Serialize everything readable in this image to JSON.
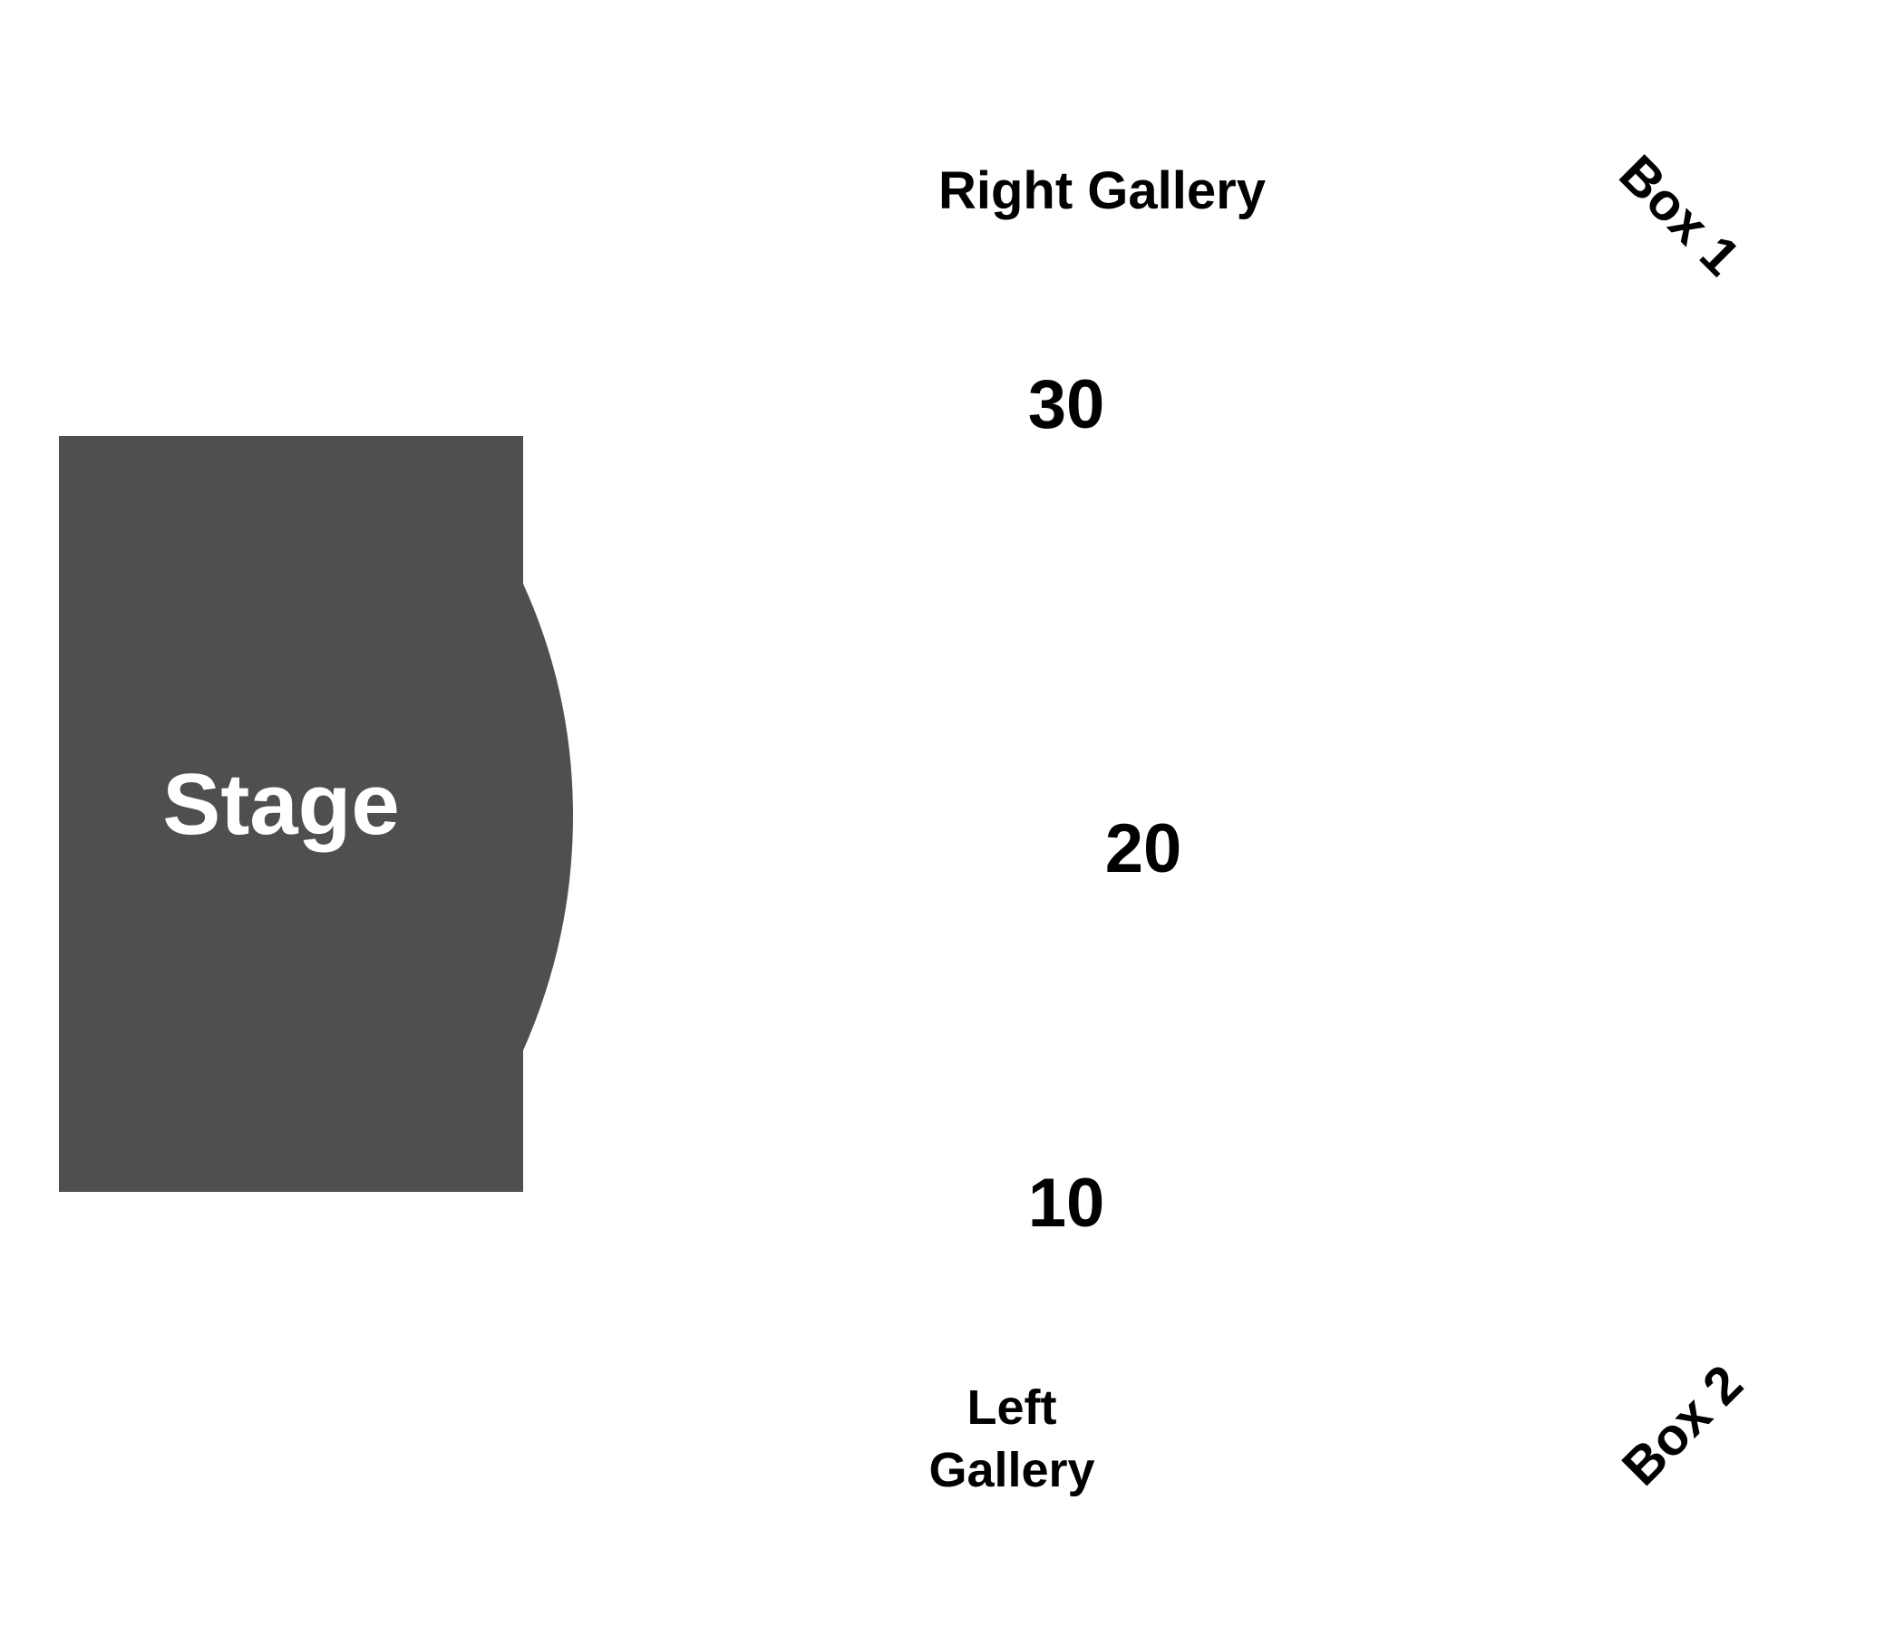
{
  "map": {
    "stage": {
      "label": "Stage",
      "fill_color": "#4f4f4f",
      "text_color": "#ffffff"
    },
    "sections": {
      "right_gallery": "Right Gallery",
      "left_gallery": "Left Gallery",
      "box_1": "Box 1",
      "box_2": "Box 2"
    },
    "row_numbers": {
      "row_30": "30",
      "row_20": "20",
      "row_10": "10"
    },
    "colors": {
      "background": "#ffffff",
      "text": "#000000"
    }
  }
}
